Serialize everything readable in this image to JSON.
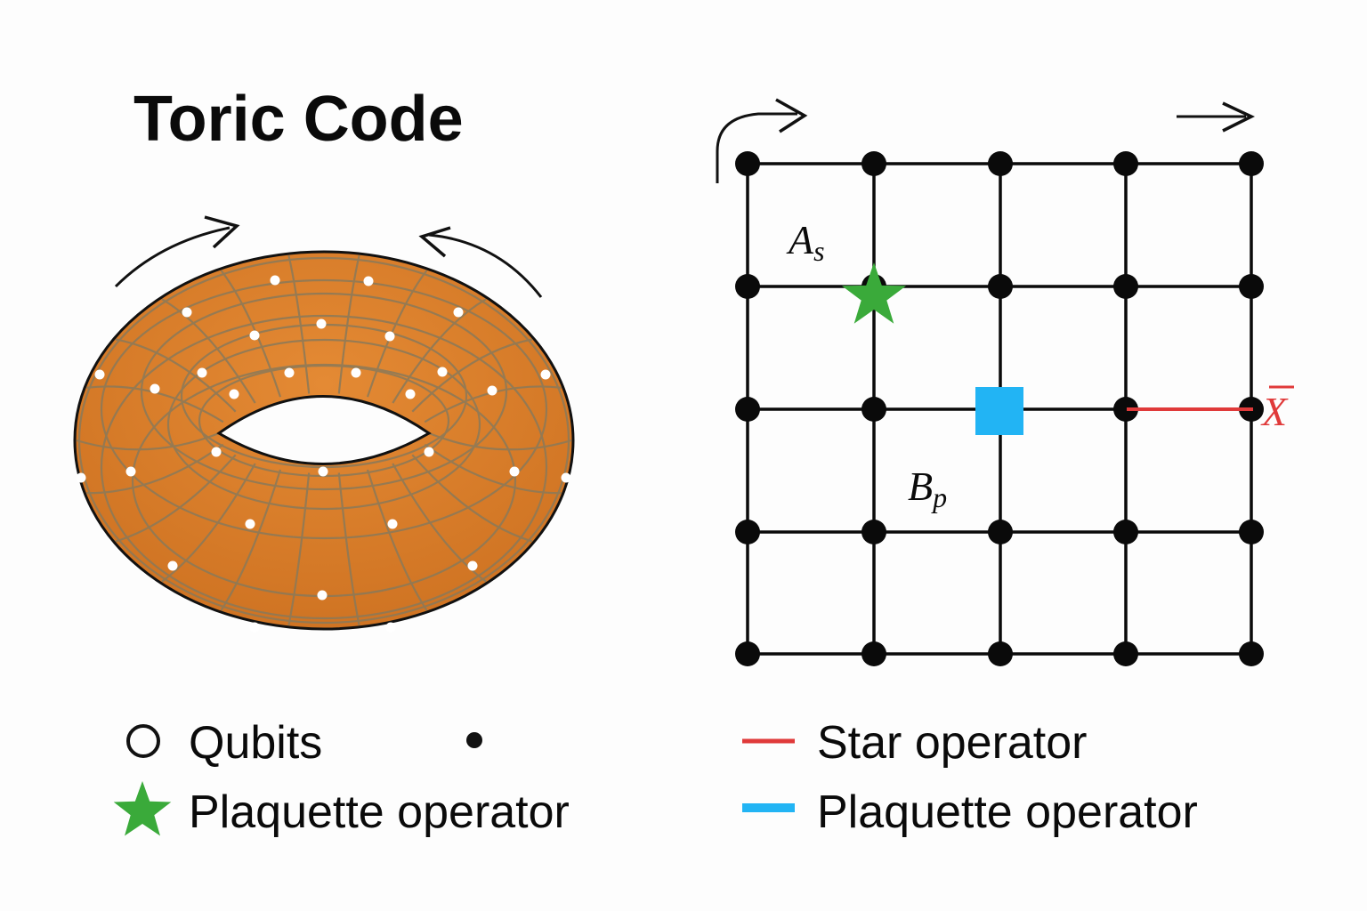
{
  "title": "Toric Code",
  "labels": {
    "star_label_main": "A",
    "star_label_sub": "s",
    "plaquette_label_main": "B",
    "plaquette_label_sub": "p",
    "logical_label": "X"
  },
  "legend": {
    "qubits": "Qubits",
    "plaquette_left": "Plaquette operator",
    "star": "Star operator",
    "plaquette_right": "Plaquette operator"
  },
  "colors": {
    "torus_fill": "#d67a24",
    "torus_grid": "#8a7a5a",
    "star_green": "#3aaa3a",
    "plaquette_blue": "#22b4f4",
    "logical_red": "#e03a3a",
    "lattice_black": "#0a0a0a"
  },
  "icons": [
    "star-icon",
    "square-icon",
    "arrow-icon",
    "circle-icon",
    "dot-icon"
  ]
}
